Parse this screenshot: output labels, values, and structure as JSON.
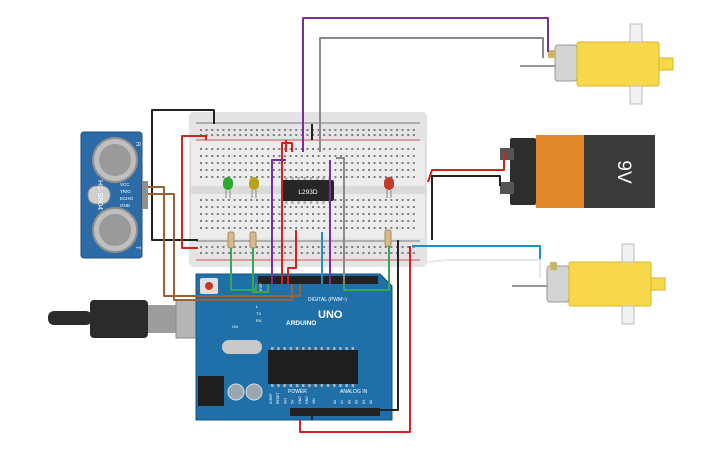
{
  "sensor": {
    "model": "HC-SR04",
    "pins": [
      "VCC",
      "TRIG",
      "ECHO",
      "GND"
    ],
    "side_labels": [
      "R",
      "T"
    ]
  },
  "battery": {
    "label": "9V"
  },
  "ic": {
    "label": "L293D"
  },
  "arduino": {
    "brand": "ARDUINO",
    "model": "UNO",
    "digital_label": "DIGITAL (PWM~)",
    "power_label": "POWER",
    "analog_label": "ANALOG IN",
    "tx_label": "TX",
    "rx_label": "RX",
    "l_label": "L",
    "on_label": "ON",
    "aref_label": "AREF",
    "power_pins": [
      "IOREF",
      "RESET",
      "3V3",
      "5V",
      "GND",
      "GND",
      "VIN"
    ],
    "analog_pins": [
      "A0",
      "A1",
      "A2",
      "A3",
      "A4",
      "A5"
    ]
  },
  "leds": [
    {
      "color": "green",
      "hex": "#2fa82f"
    },
    {
      "color": "yellow",
      "hex": "#b8a11a"
    },
    {
      "color": "red",
      "hex": "#c0392b"
    }
  ],
  "motors": [
    {
      "name": "motor-top"
    },
    {
      "name": "motor-bottom"
    }
  ],
  "wire_colors": {
    "red": "#d42222",
    "black": "#222222",
    "purple": "#7b2d99",
    "gray": "#8a8a8a",
    "brown": "#9a6233",
    "green": "#34a853",
    "blue": "#1f8fc8",
    "white": "#e8e8e8"
  }
}
